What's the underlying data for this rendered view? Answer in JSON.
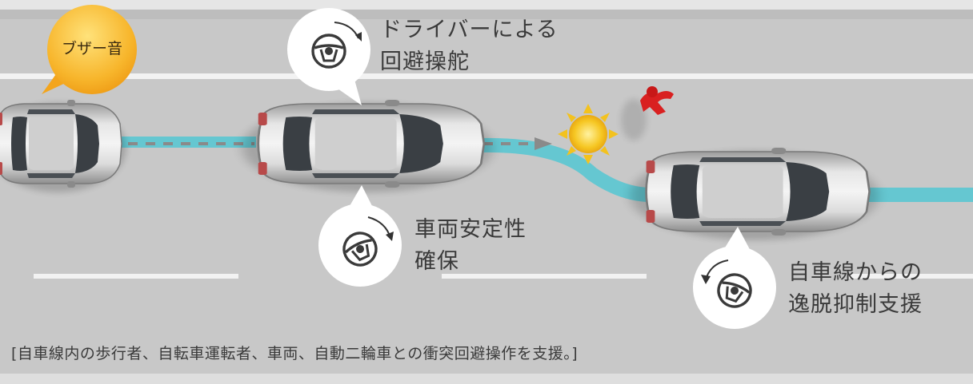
{
  "buzzer": {
    "label": "ブザー音"
  },
  "steps": [
    {
      "line1": "ドライバーによる",
      "line2": "回避操舵",
      "icon": "steering-wheel-icon"
    },
    {
      "line1": "車両安定性",
      "line2": "確保",
      "icon": "steering-wheel-icon"
    },
    {
      "line1": "自車線からの",
      "line2": "逸脱抑制支援",
      "icon": "steering-wheel-icon"
    }
  ],
  "caption": "[自車線内の歩行者、自転車運転者、車両、自動二輪車との衝突回避操作を支援。]",
  "colors": {
    "road": "#c8c8c8",
    "trail": "#5ac6d2",
    "buzzer": "#f5a91f",
    "pedestrian": "#d92020",
    "sun": "#f3c21e"
  }
}
